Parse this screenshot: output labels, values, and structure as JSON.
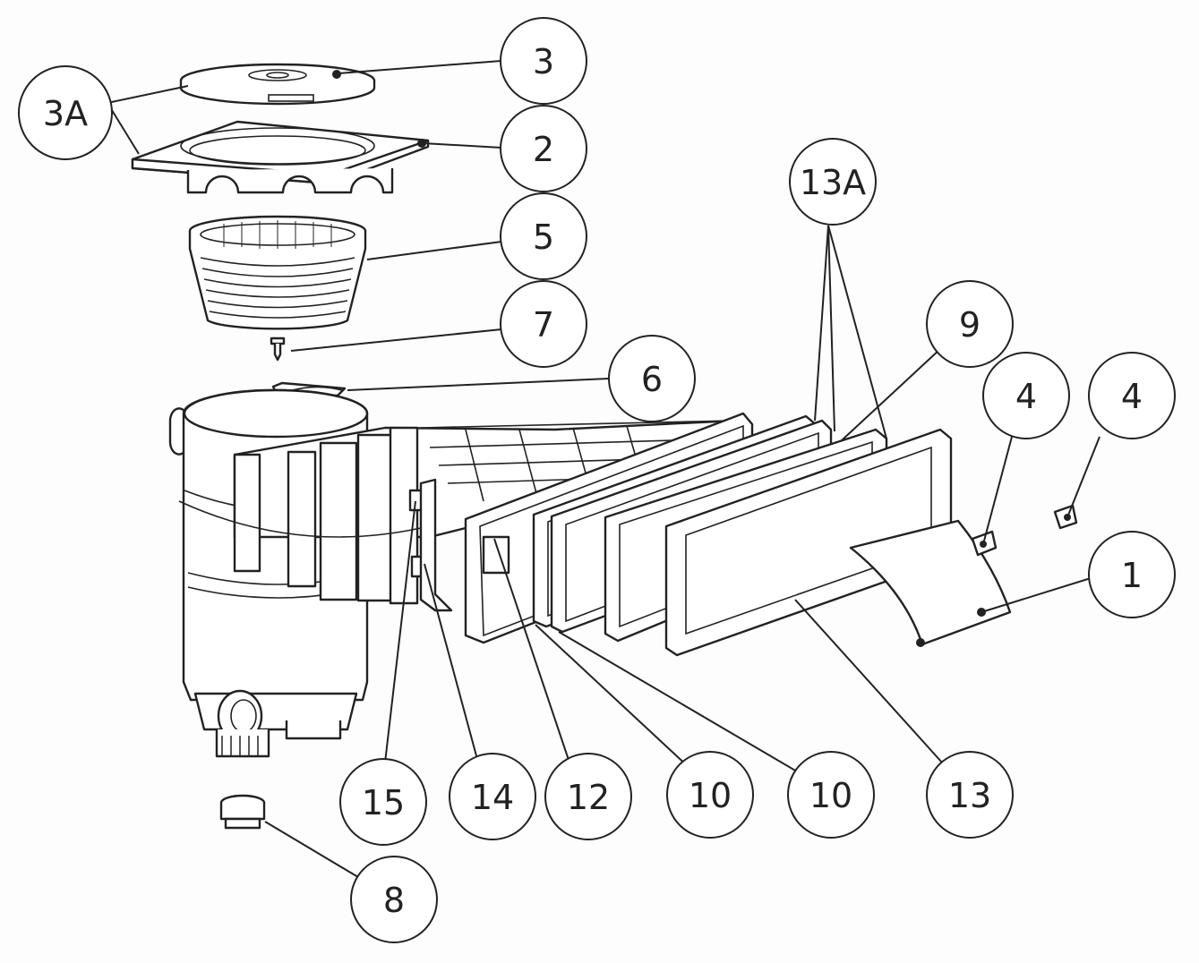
{
  "callouts": [
    {
      "id": "1",
      "label": "1"
    },
    {
      "id": "2",
      "label": "2"
    },
    {
      "id": "3",
      "label": "3"
    },
    {
      "id": "3A",
      "label": "3A"
    },
    {
      "id": "4a",
      "label": "4"
    },
    {
      "id": "4b",
      "label": "4"
    },
    {
      "id": "5",
      "label": "5"
    },
    {
      "id": "6",
      "label": "6"
    },
    {
      "id": "7",
      "label": "7"
    },
    {
      "id": "8",
      "label": "8"
    },
    {
      "id": "9",
      "label": "9"
    },
    {
      "id": "10a",
      "label": "10"
    },
    {
      "id": "10b",
      "label": "10"
    },
    {
      "id": "12",
      "label": "12"
    },
    {
      "id": "13",
      "label": "13"
    },
    {
      "id": "13A",
      "label": "13A"
    },
    {
      "id": "14",
      "label": "14"
    },
    {
      "id": "15",
      "label": "15"
    }
  ]
}
